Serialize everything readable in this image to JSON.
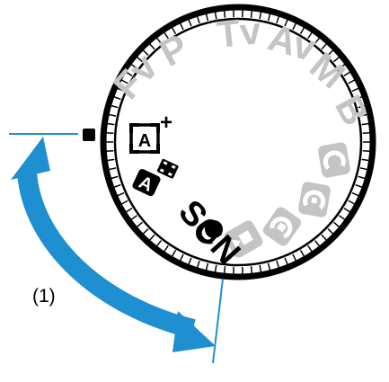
{
  "dial": {
    "faded_modes": [
      "P",
      "Tv",
      "Av",
      "M",
      "B"
    ],
    "fv_label": "Fv",
    "scn_label": "SCN",
    "auto_icon_letter": "A",
    "auto_icon_plus": "+",
    "hybrid_icon_letter": "A",
    "colors": {
      "ring": "#000000",
      "faded": "#c4c4c4",
      "accent": "#1e8fd0",
      "arrow": "#1e8fd0"
    },
    "icons": [
      "scene-intelligent-auto-icon",
      "hybrid-auto-icon",
      "creative-filters-icon",
      "movie-icon",
      "custom-mode-c1-icon",
      "custom-mode-c2-icon",
      "custom-mode-c3-icon",
      "index-mark-icon"
    ]
  },
  "callout": {
    "label": "(1)"
  }
}
